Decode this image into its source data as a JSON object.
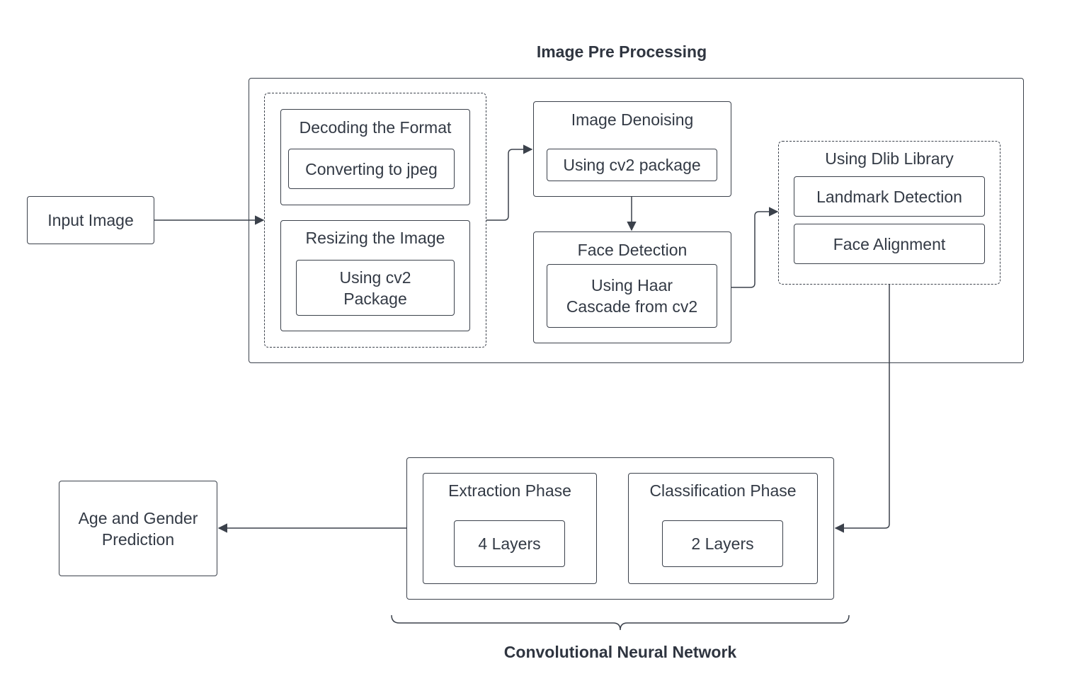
{
  "titles": {
    "preprocessing": "Image Pre Processing",
    "cnn": "Convolutional Neural Network"
  },
  "nodes": {
    "input_image": "Input Image",
    "decoding": "Decoding the Format",
    "converting": "Converting to jpeg",
    "resizing": "Resizing the Image",
    "resizing_cv2_line1": "Using cv2",
    "resizing_cv2_line2": "Package",
    "denoising": "Image Denoising",
    "denoising_cv2": "Using cv2 package",
    "face_detection": "Face Detection",
    "haar_line1": "Using Haar",
    "haar_line2": "Cascade from cv2",
    "dlib": "Using Dlib Library",
    "landmark": "Landmark Detection",
    "alignment": "Face Alignment",
    "extraction": "Extraction Phase",
    "extraction_layers": "4 Layers",
    "classification": "Classification Phase",
    "classification_layers": "2 Layers",
    "prediction_line1": "Age and Gender",
    "prediction_line2": "Prediction"
  },
  "colors": {
    "stroke": "#3b414b",
    "text": "#333a45"
  }
}
